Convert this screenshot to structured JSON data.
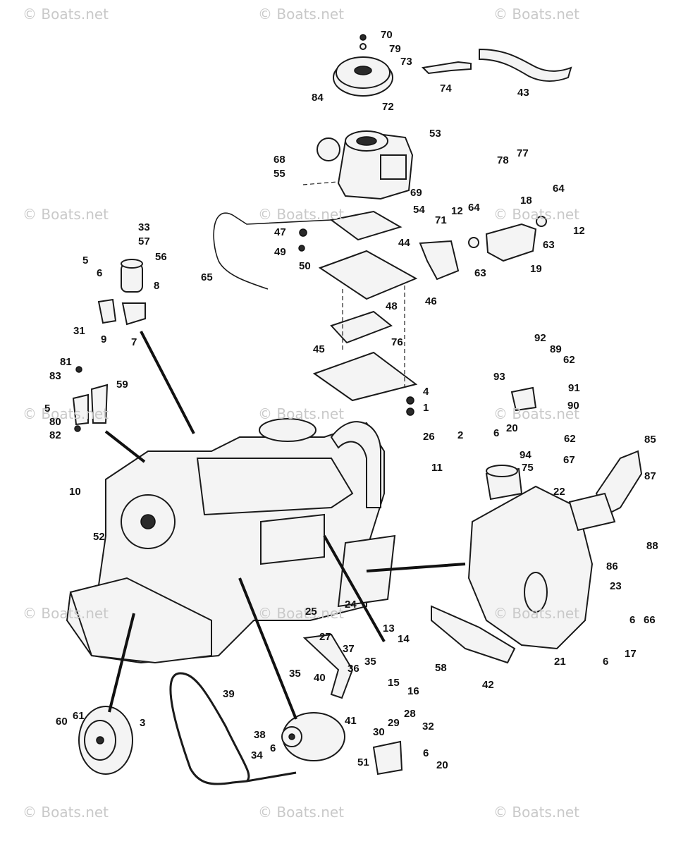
{
  "watermarks": [
    "© Boats.net",
    "© Boats.net",
    "© Boats.net",
    "© Boats.net",
    "© Boats.net",
    "© Boats.net",
    "© Boats.net",
    "© Boats.net",
    "© Boats.net",
    "© Boats.net",
    "© Boats.net",
    "© Boats.net",
    "© Boats.net",
    "© Boats.net",
    "© Boats.net"
  ],
  "callouts": [
    "70",
    "79",
    "73",
    "74",
    "43",
    "84",
    "72",
    "53",
    "68",
    "55",
    "69",
    "54",
    "78",
    "77",
    "64",
    "18",
    "12",
    "71",
    "12",
    "64",
    "63",
    "63",
    "19",
    "47",
    "49",
    "50",
    "44",
    "46",
    "65",
    "33",
    "57",
    "56",
    "5",
    "6",
    "8",
    "31",
    "9",
    "7",
    "48",
    "45",
    "76",
    "4",
    "1",
    "81",
    "83",
    "59",
    "5",
    "80",
    "82",
    "92",
    "89",
    "62",
    "93",
    "91",
    "90",
    "26",
    "2",
    "6",
    "20",
    "62",
    "85",
    "94",
    "11",
    "75",
    "67",
    "87",
    "22",
    "10",
    "52",
    "86",
    "88",
    "23",
    "24",
    "25",
    "27",
    "13",
    "14",
    "6",
    "66",
    "6",
    "17",
    "21",
    "15",
    "16",
    "58",
    "42",
    "37",
    "35",
    "35",
    "36",
    "40",
    "39",
    "28",
    "29",
    "30",
    "60",
    "61",
    "3",
    "41",
    "38",
    "6",
    "51",
    "32",
    "34",
    "6",
    "20"
  ]
}
